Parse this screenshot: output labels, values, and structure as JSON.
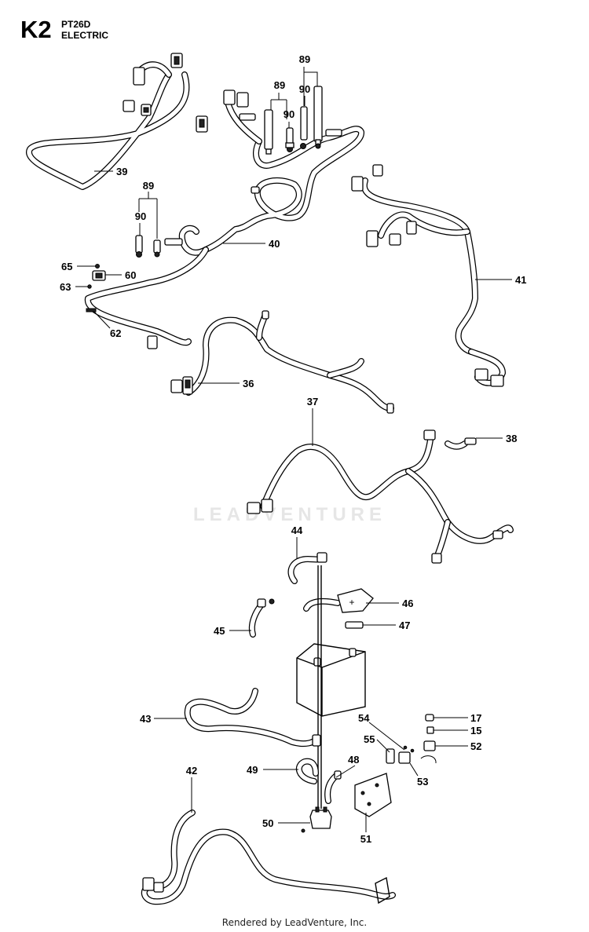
{
  "header": {
    "code": "K2",
    "model": "PT26D",
    "section": "ELECTRIC"
  },
  "watermark": "LEADVENTURE",
  "footer": "Rendered by LeadVenture, Inc.",
  "callouts": {
    "c89a": "89",
    "c90a": "90",
    "c89b": "89",
    "c90b": "90",
    "c89c": "89",
    "c90c": "90",
    "c39": "39",
    "c40": "40",
    "c41": "41",
    "c65": "65",
    "c60": "60",
    "c63": "63",
    "c62": "62",
    "c36": "36",
    "c37": "37",
    "c38": "38",
    "c44": "44",
    "c45": "45",
    "c46": "46",
    "c47": "47",
    "c43": "43",
    "c17": "17",
    "c15": "15",
    "c52": "52",
    "c54": "54",
    "c55": "55",
    "c53": "53",
    "c48": "48",
    "c49": "49",
    "c42": "42",
    "c50": "50",
    "c51": "51"
  }
}
